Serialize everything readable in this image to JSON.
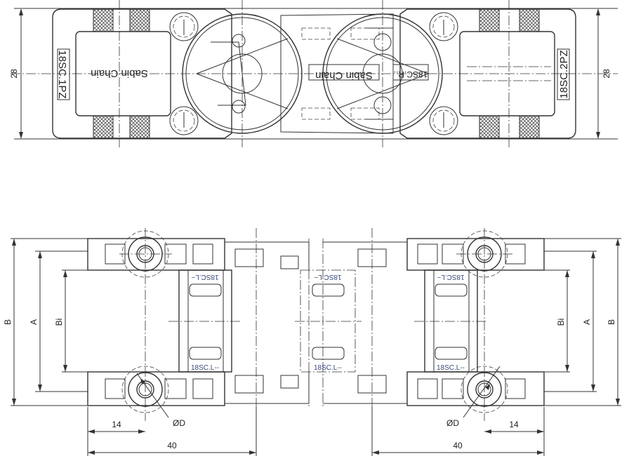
{
  "top_view": {
    "dim_height_left": "28",
    "dim_height_right": "28",
    "label_left_link": "18SC.1PZ",
    "label_right_link": "18SC.2PZ",
    "brand_left": "Sabin Chain",
    "brand_right": "Sabin Chain",
    "label_center": "18SC.R.."
  },
  "bottom_view": {
    "dim_B_left": "B",
    "dim_A_left": "A",
    "dim_Bi_left": "Bi",
    "dim_B_right": "B",
    "dim_A_right": "A",
    "dim_Bi_right": "Bi",
    "crossbar_labels_top": [
      "18SC.L~",
      "18SC.L~",
      "18SC.L~"
    ],
    "crossbar_labels_bottom": [
      "18SC.L--",
      "18SC.L--",
      "18SC.L--"
    ],
    "dim_14_left": "14",
    "dim_14_right": "14",
    "dim_D_left": "ØD",
    "dim_D_right": "ØD",
    "dim_40_left": "40",
    "dim_40_right": "40"
  }
}
